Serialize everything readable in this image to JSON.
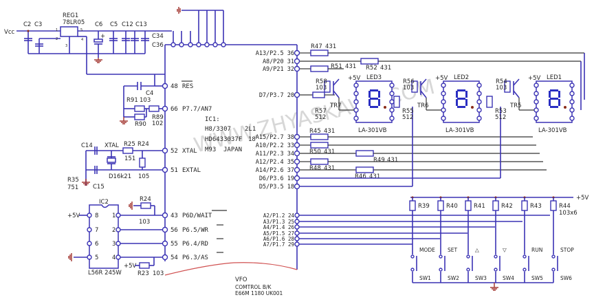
{
  "title": "VFO Control Board Schematic",
  "colors": {
    "wire": "#3a32b4",
    "ground": "#a0302a",
    "junction": "#8a2a18",
    "tear_line": "#d05050"
  },
  "power": {
    "vcc_label": "Vcc",
    "plus5v_label": "+5V",
    "regulator": {
      "ref": "REG1",
      "part": "78LR05",
      "pins": [
        "1",
        "2",
        "3",
        "4",
        "5"
      ]
    },
    "caps": [
      "C2",
      "C3",
      "C6",
      "C5",
      "C12",
      "C13",
      "C34",
      "C36"
    ],
    "c6_polarity": "+"
  },
  "ic1": {
    "ref": "IC1:",
    "line1": "H8/3307",
    "line1b": "2L1",
    "line2": "HD6433037F",
    "line2b": "18",
    "line3": "M93",
    "line3b": "JAPAN",
    "left_pins": [
      {
        "num": "48",
        "name": "RES"
      },
      {
        "num": "66",
        "name": "P7.7/AN7"
      },
      {
        "num": "52",
        "name": "XTAL"
      },
      {
        "num": "51",
        "name": "EXTAL"
      },
      {
        "num": "43",
        "name": "P6D/WAIT"
      },
      {
        "num": "56",
        "name": "P6.5/WR"
      },
      {
        "num": "55",
        "name": "P6.4/RD"
      },
      {
        "num": "54",
        "name": "P6.3/AS"
      }
    ],
    "right_pins": [
      {
        "name": "A13/P2.5",
        "num": "36"
      },
      {
        "name": "A8/P20",
        "num": "31"
      },
      {
        "name": "A9/P21",
        "num": "32"
      },
      {
        "name": "D7/P3.7",
        "num": "20"
      },
      {
        "name": "A15/P2.7",
        "num": "38"
      },
      {
        "name": "A10/P2.2",
        "num": "33"
      },
      {
        "name": "A11/P2.3",
        "num": "34"
      },
      {
        "name": "A12/P2.4",
        "num": "35"
      },
      {
        "name": "A14/P2.6",
        "num": "37"
      },
      {
        "name": "D6/P3.6",
        "num": "19"
      },
      {
        "name": "D5/P3.5",
        "num": "18"
      },
      {
        "name": "A2/P1.2",
        "num": "24"
      },
      {
        "name": "A3/P1.3",
        "num": "25"
      },
      {
        "name": "A4/P1.4",
        "num": "26"
      },
      {
        "name": "A5/P1.5",
        "num": "27"
      },
      {
        "name": "A6/P1.6",
        "num": "28"
      },
      {
        "name": "A7/P1.7",
        "num": "29"
      }
    ]
  },
  "reset": {
    "cap": "C4",
    "r91": "R91",
    "r91_val": "103",
    "r90": "R90",
    "r89": "R89",
    "r89_val": "102"
  },
  "osc": {
    "c14": "C14",
    "c15": "C15",
    "xtal": "XTAL",
    "xtal_part": "D16k21",
    "r25": "R25",
    "r25_val": "151",
    "r24": "R24",
    "r24_val": "105",
    "r35": "R35",
    "r35_val": "751"
  },
  "ic2": {
    "ref": "IC2",
    "part": "L56R 245W",
    "left_pins": [
      "8",
      "7",
      "6",
      "5"
    ],
    "right_pins": [
      "1",
      "2",
      "3",
      "4"
    ],
    "r24": "R24",
    "r24_val": "103",
    "r23": "R23",
    "r23_val": "103"
  },
  "segment_resistors": [
    {
      "ref": "R47",
      "val": "431"
    },
    {
      "ref": "R52",
      "val": "431"
    },
    {
      "ref": "R51",
      "val": "431"
    },
    {
      "ref": "R45",
      "val": "431"
    },
    {
      "ref": "R50",
      "val": "431"
    },
    {
      "ref": "R49",
      "val": "431"
    },
    {
      "ref": "R48",
      "val": "431"
    },
    {
      "ref": "R46",
      "val": "431"
    }
  ],
  "digits": [
    {
      "led": "LED3",
      "part": "LA-301VB",
      "tr": "TR7",
      "rb": "R58",
      "rb_val": "103",
      "rs": "R57",
      "rs_val": "512"
    },
    {
      "led": "LED2",
      "part": "LA-301VB",
      "tr": "TR6",
      "rb": "R56",
      "rb_val": "103",
      "rs": "R55",
      "rs_val": "512"
    },
    {
      "led": "LED1",
      "part": "LA-301VB",
      "tr": "TR5",
      "rb": "R54",
      "rb_val": "103",
      "rs": "R53",
      "rs_val": "512"
    }
  ],
  "keypad": {
    "pullups": [
      "R39",
      "R40",
      "R41",
      "R42",
      "R43",
      "R44"
    ],
    "pullup_val": "103x6",
    "switches": [
      {
        "ref": "SW1",
        "label": "MODE"
      },
      {
        "ref": "SW2",
        "label": "SET"
      },
      {
        "ref": "SW3",
        "label": "△"
      },
      {
        "ref": "SW4",
        "label": "▽"
      },
      {
        "ref": "SW5",
        "label": "RUN"
      },
      {
        "ref": "SW6",
        "label": "STOP"
      }
    ]
  },
  "footer": {
    "line1": "VFO",
    "line2": "COMTROL B/K",
    "line3": "E66M 1180 UK001"
  },
  "watermark": "WWW.ZHYASKAWA.COM"
}
